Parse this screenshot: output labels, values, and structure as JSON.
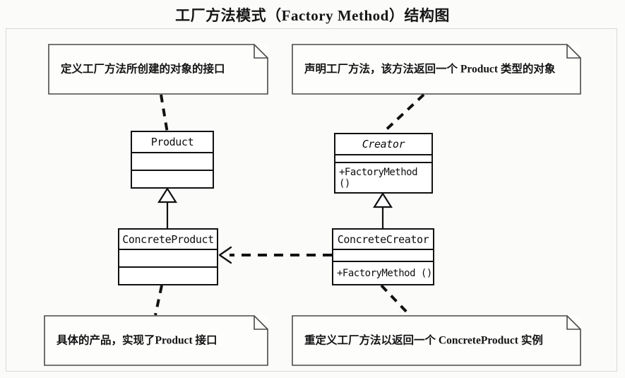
{
  "title": "工厂方法模式（Factory Method）结构图",
  "notes": [
    {
      "id": "note-product",
      "text": "定义工厂方法所创建的对象的接口"
    },
    {
      "id": "note-creator",
      "text": "声明工厂方法，该方法返回一个 Product 类型的对象"
    },
    {
      "id": "note-concrete-product",
      "text": "具体的产品，实现了Product 接口"
    },
    {
      "id": "note-concrete-creator",
      "text": "重定义工厂方法以返回一个 ConcreteProduct 实例"
    }
  ],
  "classes": [
    {
      "id": "class-product",
      "name": "Product",
      "abstract": false,
      "attributes": "",
      "operations": ""
    },
    {
      "id": "class-creator",
      "name": "Creator",
      "abstract": true,
      "attributes": "",
      "operations": "+FactoryMethod ()"
    },
    {
      "id": "class-concrete-product",
      "name": "ConcreteProduct",
      "abstract": false,
      "attributes": "",
      "operations": ""
    },
    {
      "id": "class-concrete-creator",
      "name": "ConcreteCreator",
      "abstract": false,
      "attributes": "",
      "operations": "+FactoryMethod ()"
    }
  ],
  "relations": [
    {
      "id": "generalization-product",
      "kind": "generalization",
      "from": "ConcreteProduct",
      "to": "Product"
    },
    {
      "id": "generalization-creator",
      "kind": "generalization",
      "from": "ConcreteCreator",
      "to": "Creator"
    },
    {
      "id": "dependency-creates",
      "kind": "dependency",
      "from": "ConcreteCreator",
      "to": "ConcreteProduct"
    },
    {
      "id": "anchor-product-note",
      "kind": "note-anchor",
      "from": "note-product",
      "to": "Product"
    },
    {
      "id": "anchor-creator-note",
      "kind": "note-anchor",
      "from": "note-creator",
      "to": "Creator"
    },
    {
      "id": "anchor-concrete-product-note",
      "kind": "note-anchor",
      "from": "note-concrete-product",
      "to": "ConcreteProduct"
    },
    {
      "id": "anchor-concrete-creator-note",
      "kind": "note-anchor",
      "from": "note-concrete-creator",
      "to": "ConcreteCreator"
    }
  ],
  "colors": {
    "line": "#111111",
    "note_border": "#4a4a4a",
    "frame": "#d8d8d6",
    "background": "#fbfbfa",
    "text": "#131313"
  }
}
